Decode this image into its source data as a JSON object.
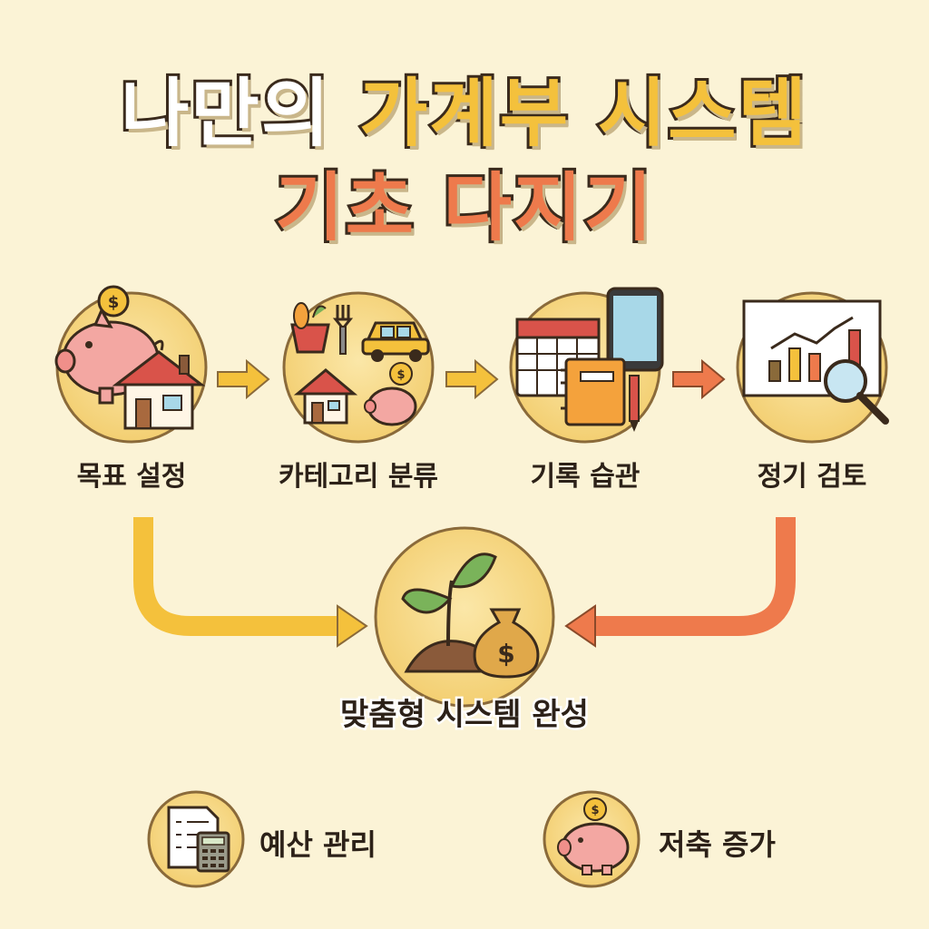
{
  "title": {
    "line1_part1": "나만의",
    "line1_part2": "가계부 시스템",
    "line2": "기초 다지기"
  },
  "steps": [
    {
      "label": "목표 설정",
      "icon": "piggy-bank-house-icon"
    },
    {
      "label": "카테고리 분류",
      "icon": "category-icons"
    },
    {
      "label": "기록 습관",
      "icon": "calendar-notebook-phone-icon"
    },
    {
      "label": "정기 검토",
      "icon": "chart-magnifier-icon"
    }
  ],
  "result": {
    "label": "맞춤형 시스템 완성",
    "icon": "sprout-money-bag-icon"
  },
  "benefits": [
    {
      "label": "예산 관리",
      "icon": "document-calculator-icon"
    },
    {
      "label": "저축 증가",
      "icon": "piggy-bank-coin-icon"
    }
  ],
  "colors": {
    "background": "#fbf3d6",
    "circle": "#f6d98a",
    "yellow": "#f4c13c",
    "orange": "#ee7a4c",
    "outline": "#3a2a1c"
  }
}
